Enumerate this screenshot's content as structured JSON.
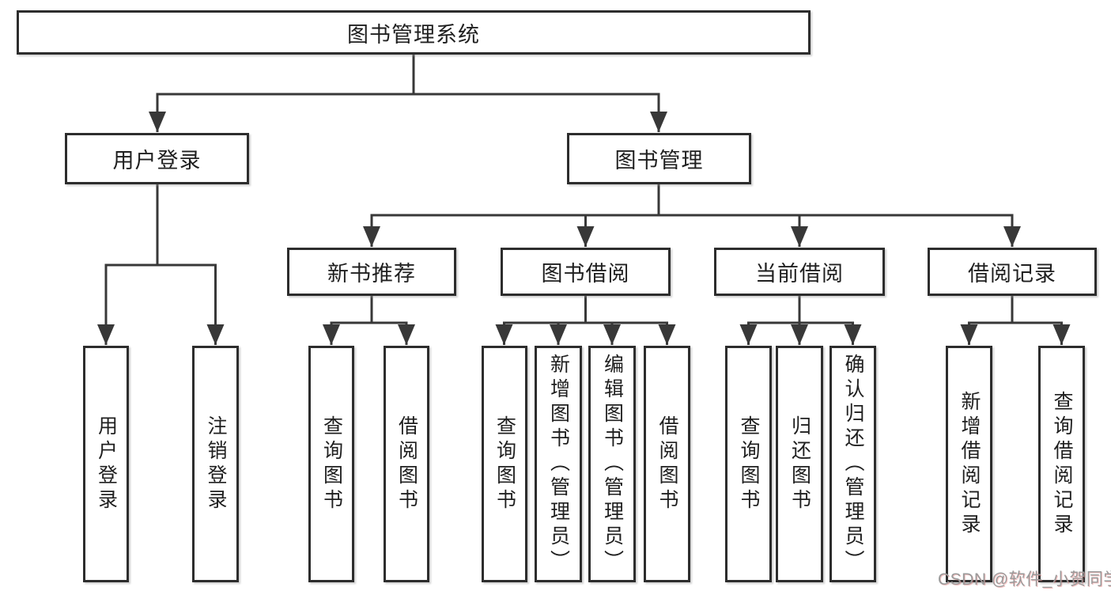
{
  "diagram": {
    "root": {
      "label": "图书管理系统"
    },
    "branches": [
      {
        "label": "用户登录",
        "children": [
          {
            "label": "用户登录"
          },
          {
            "label": "注销登录"
          }
        ]
      },
      {
        "label": "图书管理",
        "children": [
          {
            "label": "新书推荐",
            "children": [
              {
                "label": "查询图书"
              },
              {
                "label": "借阅图书"
              }
            ]
          },
          {
            "label": "图书借阅",
            "children": [
              {
                "label": "查询图书"
              },
              {
                "label": "新增图书（管理员）"
              },
              {
                "label": "编辑图书（管理员）"
              },
              {
                "label": "借阅图书"
              }
            ]
          },
          {
            "label": "当前借阅",
            "children": [
              {
                "label": "查询图书"
              },
              {
                "label": "归还图书"
              },
              {
                "label": "确认归还（管理员）"
              }
            ]
          },
          {
            "label": "借阅记录",
            "children": [
              {
                "label": "新增借阅记录"
              },
              {
                "label": "查询借阅记录"
              }
            ]
          }
        ]
      }
    ],
    "watermark": "CSDN @软件_小贺同学",
    "colors": {
      "line": "#383838",
      "box_border": "#2d2d2d",
      "box_fill": "#ffffff",
      "text": "#1f1f1f",
      "watermark": "#9a9a9a",
      "background": "#ffffff"
    }
  }
}
